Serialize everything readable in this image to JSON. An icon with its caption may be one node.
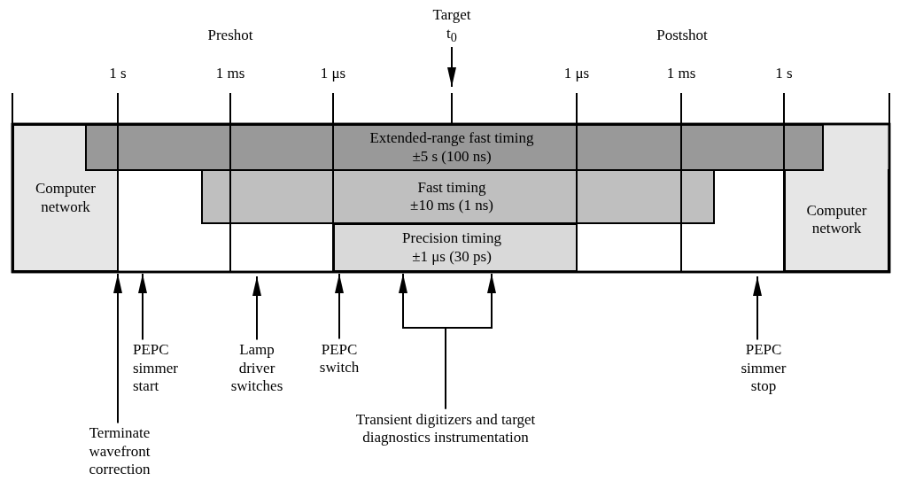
{
  "diagram": {
    "nodes": [
      {
        "text": [
          "Computer network"
        ]
      },
      {
        "text": [
          "Extended-range fast timing",
          "±5 s (100 ns)"
        ]
      },
      {
        "text": [
          "Fast timing",
          "±10 ms (1 ns)"
        ]
      },
      {
        "text": [
          "Precision timing",
          "±1 μs (30 ps)"
        ]
      },
      {
        "text": [
          "Computer network"
        ]
      },
      {
        "text": [
          "Target t$_{0}$"
        ]
      },
      {
        "text": [
          "Terminate wavefront correction"
        ]
      },
      {
        "text": [
          "PEPC simmer start"
        ]
      },
      {
        "text": [
          "Lamp driver switches"
        ]
      },
      {
        "text": [
          "PEPC switch"
        ]
      },
      {
        "text": [
          "Transient digitizers and target diagnostics instrumentation"
        ]
      },
      {
        "text": [
          "PEPC simmer stop"
        ]
      }
    ],
    "edges": [
      {
        "from": 5,
        "to": null,
        "arrow": "to"
      },
      {
        "from": 6,
        "to": 0,
        "arrow": "to"
      },
      {
        "from": 7,
        "to": 0,
        "arrow": "to"
      },
      {
        "from": 8,
        "to": null,
        "arrow": "to"
      },
      {
        "from": 9,
        "to": 3,
        "arrow": "to"
      },
      {
        "from": 10,
        "to": 3,
        "arrow": "to"
      },
      {
        "from": 10,
        "to": 3,
        "arrow": "to"
      },
      {
        "from": 11,
        "to": null,
        "arrow": "to"
      }
    ],
    "labels": [
      "Preshot",
      "Postshot",
      "1 s",
      "1 ms",
      "1 μs",
      "1 μs",
      "1 ms",
      "1 s"
    ]
  }
}
